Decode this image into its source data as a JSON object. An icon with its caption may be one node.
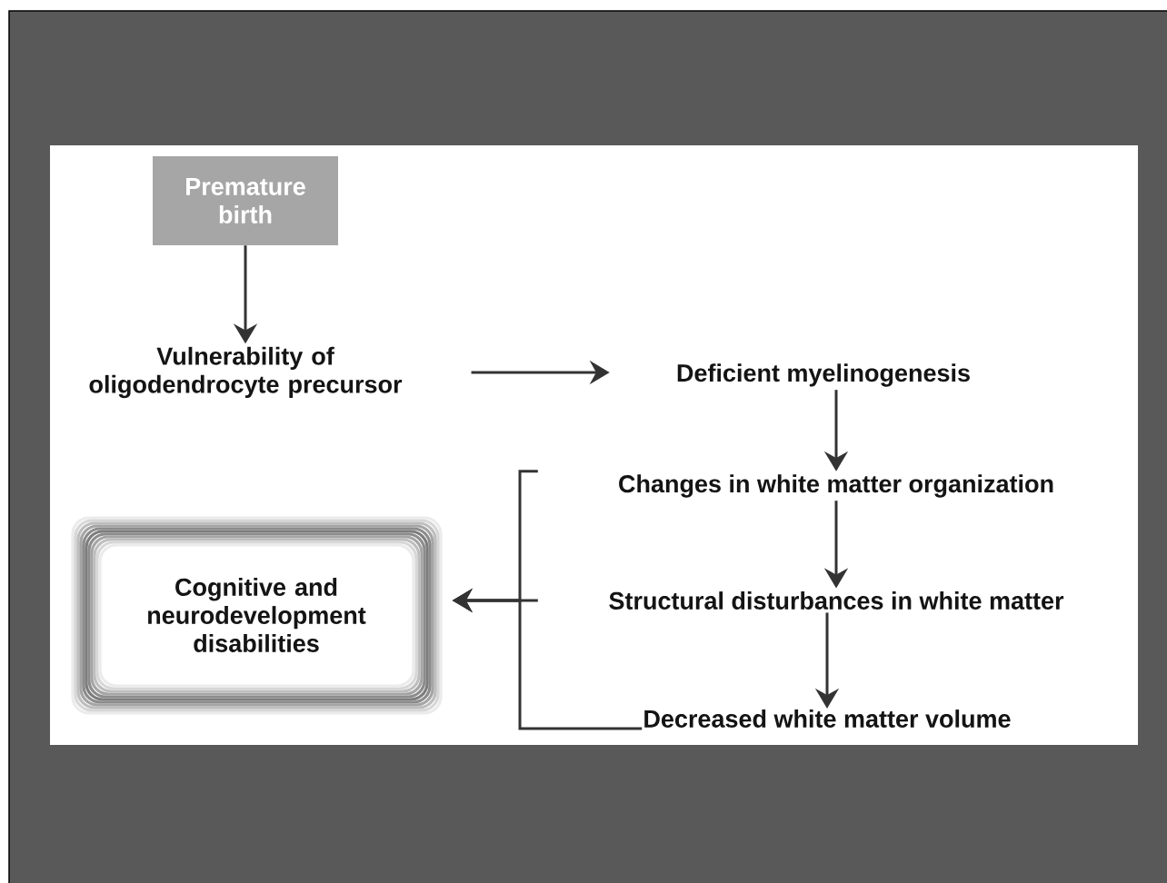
{
  "diagram": {
    "nodes": [
      {
        "text": [
          "Premature birth"
        ]
      },
      {
        "text": [
          "Vulnerability of oligodendrocyte precursor"
        ]
      },
      {
        "text": [
          "Deficient myelinogenesis"
        ]
      },
      {
        "text": [
          "Changes in white matter organization"
        ]
      },
      {
        "text": [
          "Structural disturbances in white matter"
        ]
      },
      {
        "text": [
          "Decreased white matter volume"
        ]
      },
      {
        "text": [
          "Cognitive and neurodevelopment disabilities"
        ]
      }
    ],
    "edges": [
      {
        "from": 0,
        "to": 1,
        "arrow": "to"
      },
      {
        "from": 1,
        "to": 2,
        "arrow": "to"
      },
      {
        "from": 2,
        "to": 3,
        "arrow": "to"
      },
      {
        "from": 3,
        "to": 4,
        "arrow": "to"
      },
      {
        "from": 4,
        "to": 5,
        "arrow": "to"
      },
      {
        "from": 3,
        "to": 6,
        "arrow": "to"
      },
      {
        "from": 4,
        "to": 6,
        "arrow": "to"
      },
      {
        "from": 5,
        "to": 6,
        "arrow": "to"
      }
    ]
  }
}
